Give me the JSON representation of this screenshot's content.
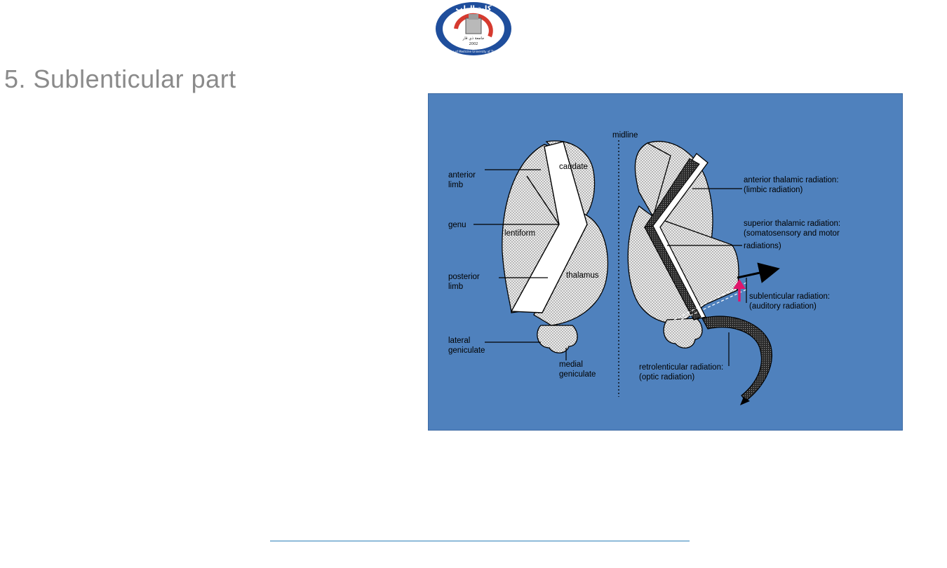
{
  "logo": {
    "arabic_top": "كلية الطب",
    "arabic_center": "جامعة ذي قار",
    "year": "2002",
    "ring_text": "College of Medicine University of Thi - Qar"
  },
  "title": "5.  Sublenticular part",
  "figure": {
    "background": "#4f81bd",
    "labels": {
      "midline": "midline",
      "anterior_limb_1": "anterior",
      "anterior_limb_2": "limb",
      "genu": "genu",
      "posterior_limb_1": "posterior",
      "posterior_limb_2": "limb",
      "lateral_geniculate_1": "lateral",
      "lateral_geniculate_2": "geniculate",
      "medial_geniculate_1": "medial",
      "medial_geniculate_2": "geniculate",
      "caudate": "caudate",
      "lentiform": "lentiform",
      "thalamus": "thalamus",
      "anterior_thalamic_1": "anterior thalamic radiation:",
      "anterior_thalamic_2": "(limbic radiation)",
      "superior_thalamic_1": "superior thalamic radiation:",
      "superior_thalamic_2": "(somatosensory and motor",
      "superior_thalamic_3": "radiations)",
      "sublenticular_1": "sublenticular radiation:",
      "sublenticular_2": "(auditory radiation)",
      "retrolenticular_1": "retrolenticular radiation:",
      "retrolenticular_2": "(optic radiation)"
    },
    "highlight_arrow_color": "#e0156b"
  }
}
